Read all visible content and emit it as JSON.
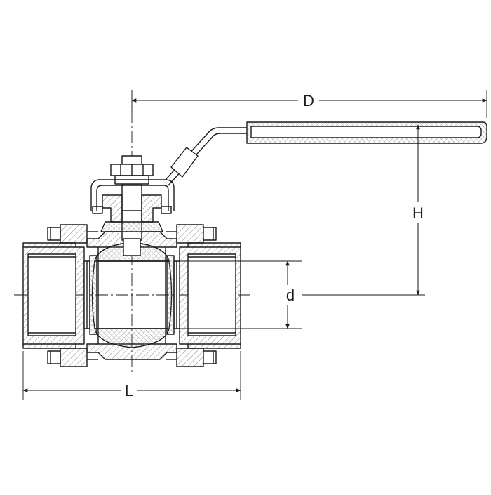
{
  "diagram": {
    "dimensions": {
      "overall_length": "D",
      "height": "H",
      "bore_diameter": "d",
      "body_length": "L"
    },
    "colors": {
      "line": "#1a1a1a",
      "hatch": "#6e6e6e",
      "background": "#ffffff"
    }
  }
}
